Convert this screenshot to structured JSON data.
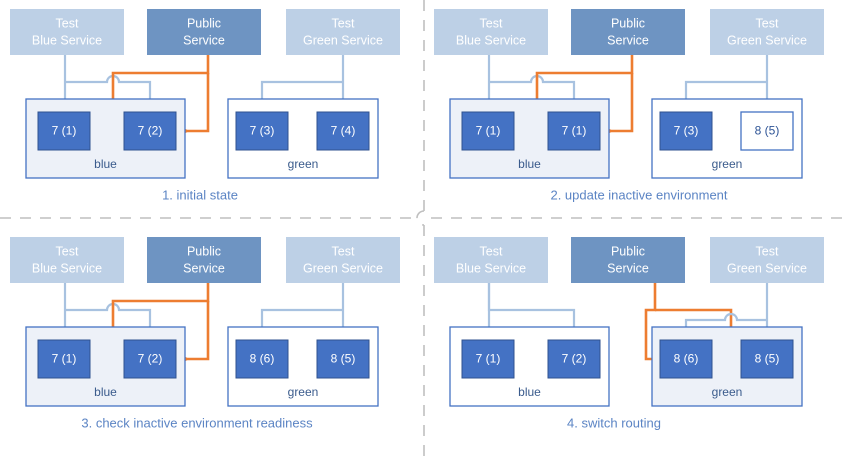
{
  "colors": {
    "test_service_fill": "#BDD0E6",
    "public_service_fill": "#6E94C2",
    "instance_fill": "#4472C4",
    "instance_border": "#2F528F",
    "instance_alt_fill": "#FFFFFF",
    "instance_alt_text": "#2E5496",
    "env_box_border": "#4472C4",
    "env_box_fill_active": "#EDF1F8",
    "env_box_fill_inactive": "#FFFFFF",
    "connector_blue": "#A8C2E0",
    "connector_orange": "#ED7D31",
    "caption_text": "#5B84C4",
    "env_label_text": "#3A5B8C",
    "divider": "#BFBFBF",
    "page_background": "#FFFFFF"
  },
  "services": {
    "test_blue": {
      "line1": "Test",
      "line2": "Blue Service"
    },
    "public": {
      "line1": "Public",
      "line2": "Service"
    },
    "test_green": {
      "line1": "Test",
      "line2": "Green Service"
    }
  },
  "environments": {
    "blue_label": "blue",
    "green_label": "green"
  },
  "panels": [
    {
      "id": "panel-1",
      "caption": "1. initial state",
      "blue_instances": [
        "7 (1)",
        "7 (2)"
      ],
      "green_instances": [
        "7 (3)",
        "7 (4)"
      ],
      "blue_env_active": true,
      "green_env_active": false,
      "public_routes_to": "blue"
    },
    {
      "id": "panel-2",
      "caption": "2. update inactive environment",
      "blue_instances": [
        "7 (1)",
        "7 (1)"
      ],
      "green_instances": [
        "7 (3)",
        "8 (5)"
      ],
      "blue_env_active": true,
      "green_env_active": false,
      "public_routes_to": "blue"
    },
    {
      "id": "panel-3",
      "caption": "3. check inactive environment readiness",
      "blue_instances": [
        "7 (1)",
        "7 (2)"
      ],
      "green_instances": [
        "8 (6)",
        "8 (5)"
      ],
      "blue_env_active": true,
      "green_env_active": false,
      "public_routes_to": "blue"
    },
    {
      "id": "panel-4",
      "caption": "4. switch routing",
      "blue_instances": [
        "7 (1)",
        "7 (2)"
      ],
      "green_instances": [
        "8 (6)",
        "8 (5)"
      ],
      "blue_env_active": false,
      "green_env_active": true,
      "public_routes_to": "green"
    }
  ]
}
